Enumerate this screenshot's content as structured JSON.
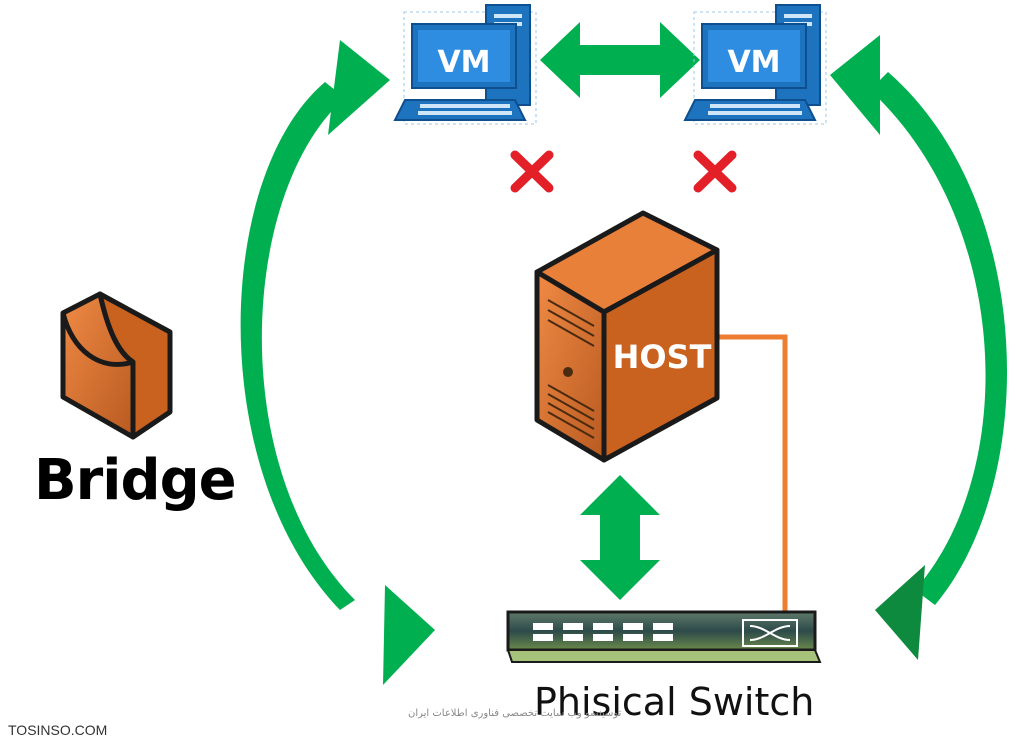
{
  "diagram": {
    "vm_left": {
      "label": "VM"
    },
    "vm_right": {
      "label": "VM"
    },
    "host": {
      "label": "HOST"
    },
    "bridge": {
      "label": "Bridge"
    },
    "switch": {
      "label": "Phisical Switch"
    },
    "watermark": {
      "text": "TOSINSO.COM",
      "text_fa": "توسینسو وب سایت تخصصی فناوری اطلاعات ایران"
    }
  },
  "colors": {
    "arrow_green": "#00b050",
    "arrow_dark": "#0e8a3e",
    "monitor_blue": "#1e73be",
    "screen_blue": "#2e8de0",
    "host_orange": "#d2692a",
    "link_orange": "#ec7d31",
    "cross_red": "#e32028",
    "switch_dark": "#2a3b3b"
  },
  "icons": [
    "vm-computer-icon",
    "host-server-icon",
    "bridge-icon",
    "switch-icon",
    "blocked-cross-icon",
    "double-arrow-icon"
  ]
}
